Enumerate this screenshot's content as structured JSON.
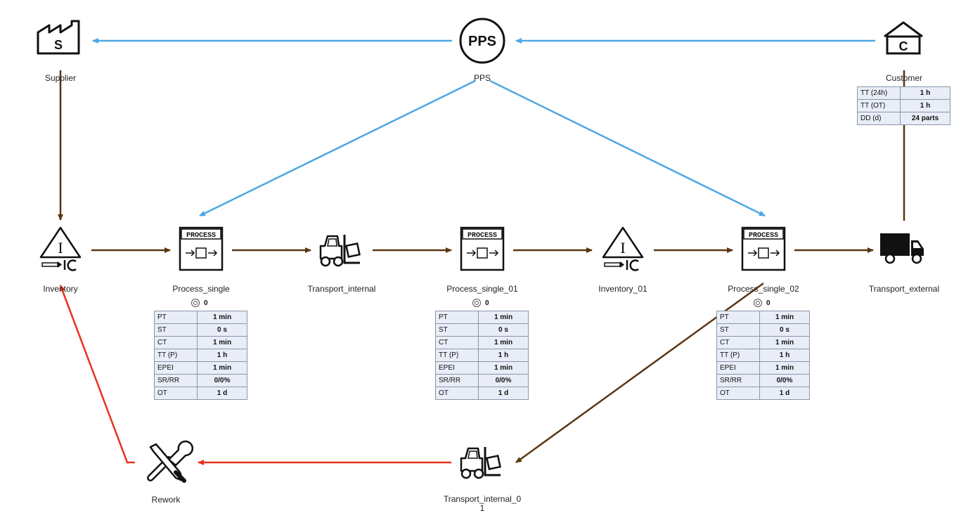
{
  "colors": {
    "info_flow": "#4da6e6",
    "material_flow": "#5a3510",
    "rework_flow": "#e8321e",
    "table_bg": "#e8edf7"
  },
  "nodes": {
    "supplier": {
      "label": "Supplier",
      "icon": "factory-icon",
      "glyph": "S"
    },
    "pps": {
      "label": "PPS",
      "icon": "pps-circle-icon",
      "glyph": "PPS"
    },
    "customer": {
      "label": "Customer",
      "icon": "house-icon",
      "glyph": "C"
    },
    "inventory": {
      "label": "Inventory",
      "icon": "inventory-triangle-icon",
      "glyph": "I"
    },
    "process_single": {
      "label": "Process_single",
      "icon": "process-box-icon",
      "box_title": "PROCESS",
      "operators": "0"
    },
    "transport_internal": {
      "label": "Transport_internal",
      "icon": "forklift-icon"
    },
    "process_single_01": {
      "label": "Process_single_01",
      "icon": "process-box-icon",
      "box_title": "PROCESS",
      "operators": "0"
    },
    "inventory_01": {
      "label": "Inventory_01",
      "icon": "inventory-triangle-icon",
      "glyph": "I"
    },
    "process_single_02": {
      "label": "Process_single_02",
      "icon": "process-box-icon",
      "box_title": "PROCESS",
      "operators": "0"
    },
    "transport_external": {
      "label": "Transport_external",
      "icon": "truck-icon"
    },
    "rework": {
      "label": "Rework",
      "icon": "tools-icon"
    },
    "transport_internal_01": {
      "label_line1": "Transport_internal_0",
      "label_line2": "1",
      "icon": "forklift-icon"
    }
  },
  "customer_table": [
    {
      "key": "TT (24h)",
      "value": "1 h"
    },
    {
      "key": "TT (OT)",
      "value": "1 h"
    },
    {
      "key": "DD (d)",
      "value": "24 parts"
    }
  ],
  "process_table": [
    {
      "key": "PT",
      "value": "1 min"
    },
    {
      "key": "ST",
      "value": "0 s"
    },
    {
      "key": "CT",
      "value": "1 min"
    },
    {
      "key": "TT (P)",
      "value": "1 h"
    },
    {
      "key": "EPEI",
      "value": "1 min"
    },
    {
      "key": "SR/RR",
      "value": "0/0%"
    },
    {
      "key": "OT",
      "value": "1 d"
    }
  ]
}
